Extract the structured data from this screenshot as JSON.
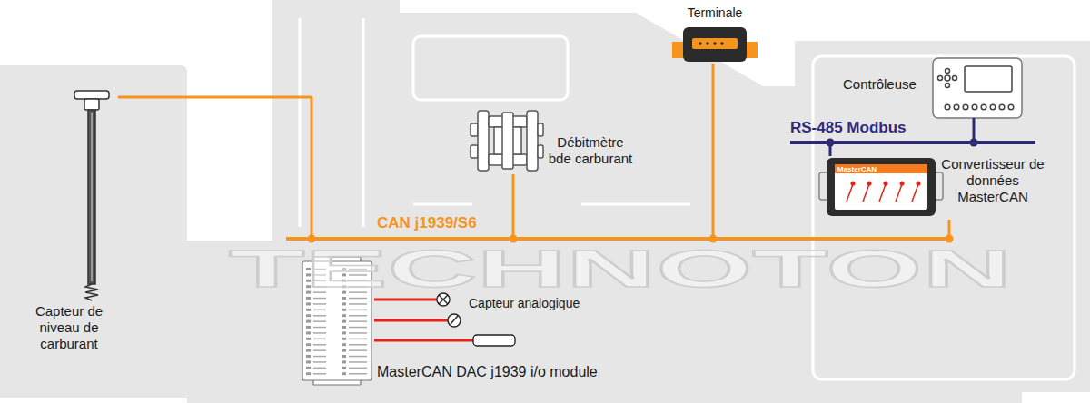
{
  "diagram": {
    "nodes": [
      {
        "text": [
          "Terminale"
        ]
      },
      {
        "text": [
          "Contrôleuse"
        ]
      },
      {
        "text": [
          "RS-485 Modbus"
        ]
      },
      {
        "text": [
          "Capteur de niveau de carburant"
        ]
      },
      {
        "text": [
          "Débitmètre bde carburant"
        ]
      },
      {
        "text": [
          "MasterCAN",
          "Convertisseur de données MasterCAN"
        ]
      },
      {
        "text": [
          "CAN j1939/S6"
        ]
      },
      {
        "text": [
          "Capteur analogique"
        ]
      },
      {
        "text": [
          "MasterCAN DAC j1939 i/o module"
        ]
      }
    ],
    "edges": [
      {
        "from": 3,
        "to": 6,
        "arrow": "none"
      },
      {
        "from": 4,
        "to": 6,
        "arrow": "none"
      },
      {
        "from": 0,
        "to": 6,
        "arrow": "none"
      },
      {
        "from": 5,
        "to": 6,
        "arrow": "none"
      },
      {
        "from": 1,
        "to": 2,
        "arrow": "none"
      },
      {
        "from": 5,
        "to": 2,
        "arrow": "none"
      },
      {
        "from": 8,
        "to": 7,
        "arrow": "none"
      },
      {
        "from": 8,
        "to": 7,
        "arrow": "none"
      },
      {
        "from": 8,
        "to": 7,
        "arrow": "none"
      }
    ],
    "labels": [
      "TECHNOTON"
    ]
  }
}
